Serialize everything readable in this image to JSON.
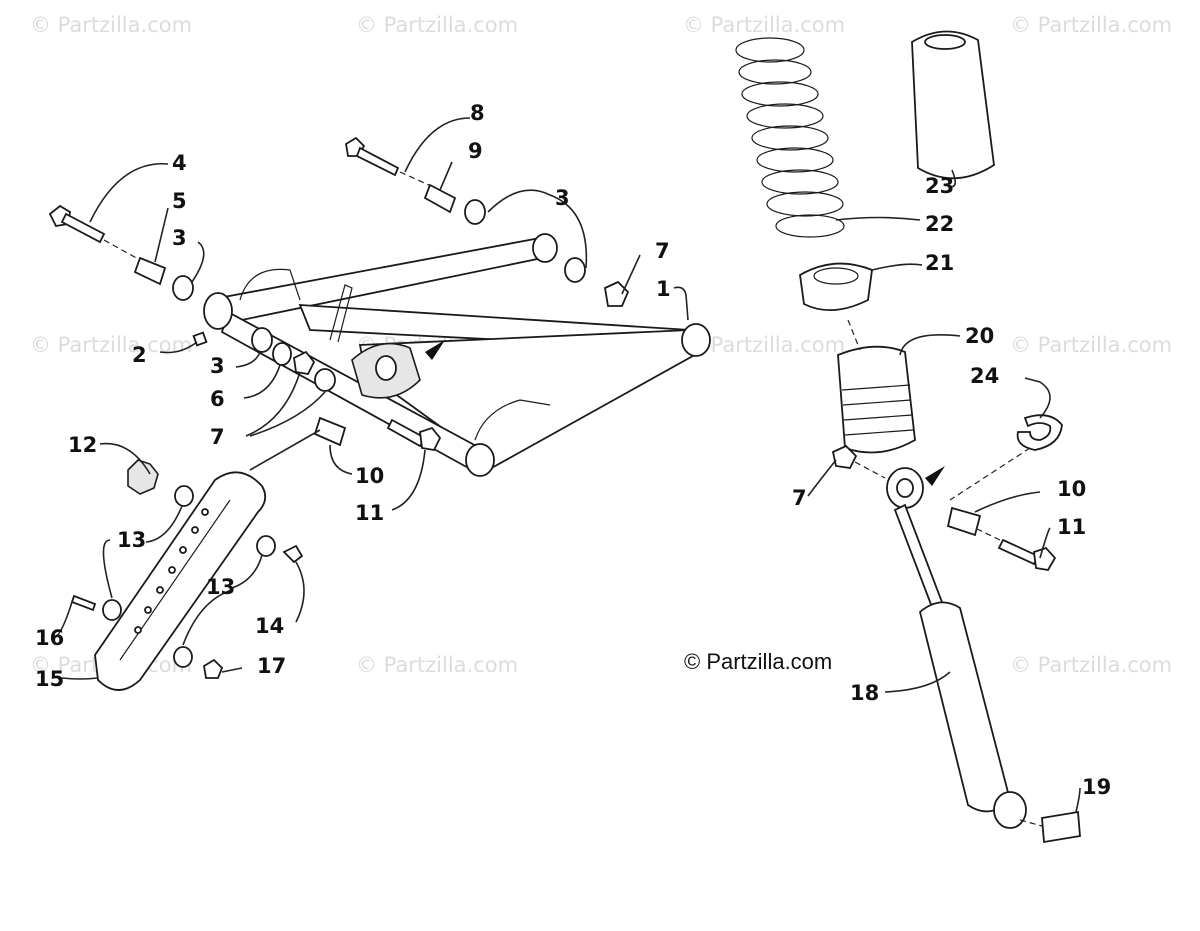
{
  "watermark_text": "© Partzilla.com",
  "copyright_text": "© Partzilla.com",
  "callouts": {
    "c1": "1",
    "c2": "2",
    "c3a": "3",
    "c3b": "3",
    "c3c": "3",
    "c4": "4",
    "c5": "5",
    "c6": "6",
    "c7a": "7",
    "c7b": "7",
    "c7c": "7",
    "c8": "8",
    "c9": "9",
    "c10a": "10",
    "c10b": "10",
    "c11a": "11",
    "c11b": "11",
    "c12": "12",
    "c13a": "13",
    "c13b": "13",
    "c14": "14",
    "c15": "15",
    "c16": "16",
    "c17": "17",
    "c18": "18",
    "c19": "19",
    "c20": "20",
    "c21": "21",
    "c22": "22",
    "c23": "23",
    "c24": "24"
  }
}
